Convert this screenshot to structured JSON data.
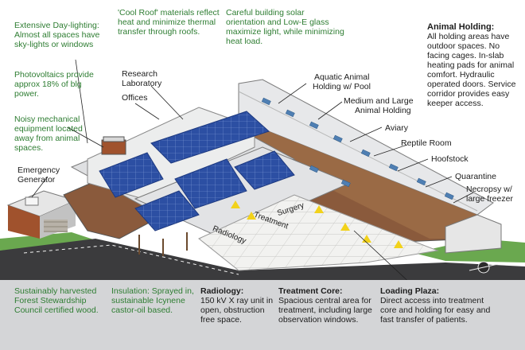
{
  "notes_top": {
    "daylighting": "Extensive Day-lighting: Almost all spaces have sky-lights or windows",
    "cool_roof": "'Cool Roof' materials reflect heat and minimize thermal transfer through roofs.",
    "solar": "Careful building solar orientation and Low-E glass maximize light, while minimizing heat load.",
    "photovoltaics": "Photovoltaics provide approx 18% of blg power.",
    "mechanical": "Noisy mechanical equipment located away from animal spaces.",
    "emergency": "Emergency Generator"
  },
  "animal_holding": {
    "title": "Animal Holding:",
    "text": "All holding areas have outdoor spaces. No facing cages. In-slab heating pads for animal comfort. Hydraulic operated doors. Service corridor provides easy keeper access."
  },
  "labels": {
    "research": "Research",
    "laboratory": "Laboratory",
    "offices": "Offices",
    "aquatic": "Aquatic Animal",
    "aquatic2": "Holding w/ Pool",
    "medium": "Medium and Large",
    "medium2": "Animal Holding",
    "aviary": "Aviary",
    "reptile": "Reptile Room",
    "hoofstock": "Hoofstock",
    "quarantine": "Quarantine",
    "necropsy": "Necropsy w/",
    "necropsy2": "large freezer",
    "surgery": "Surgery",
    "treatment": "Treatment",
    "radiology": "Radiology"
  },
  "bottom": {
    "forest": "Sustainably harvested Forest Stewardship Council certified wood.",
    "insulation": "Insulation: Sprayed in, sustainable Icynene castor-oil based.",
    "radiology_title": "Radiology:",
    "radiology_text": "150 kV X ray unit in open, obstruction free space.",
    "treatment_title": "Treatment Core:",
    "treatment_text": "Spacious central area for treatment, including large observation windows.",
    "loading_title": "Loading Plaza:",
    "loading_text": "Direct access into treatment core and holding for easy and fast transfer of patients."
  },
  "colors": {
    "note_green": "#2e7d32",
    "solar_panel": "#2c4fa3",
    "roof": "#e7e8ea",
    "band": "#d4d5d7"
  }
}
